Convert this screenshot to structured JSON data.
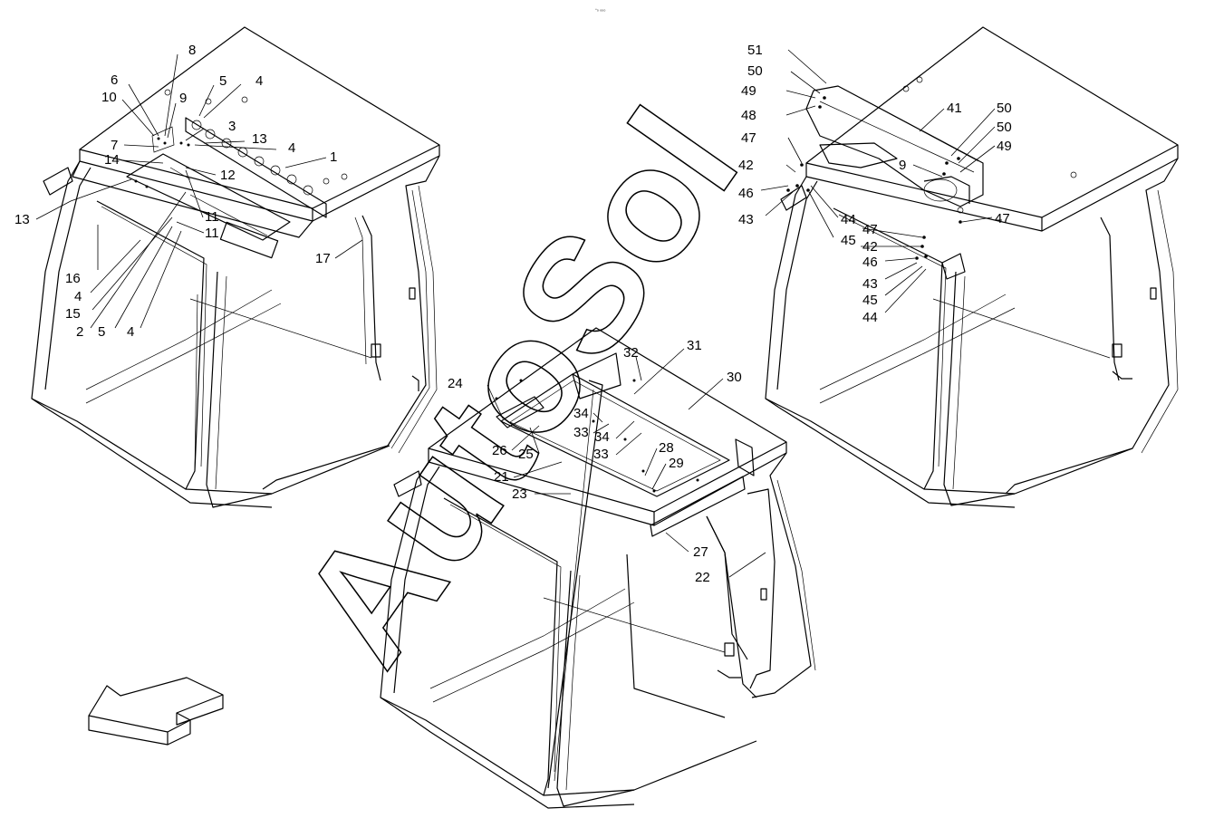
{
  "header": {
    "drawing_code": "▫₀ ₀₀₀"
  },
  "watermark": {
    "text": "AutoSol"
  },
  "views": {
    "left": {
      "callouts": [
        {
          "id": "l8",
          "text": "8"
        },
        {
          "id": "l6",
          "text": "6"
        },
        {
          "id": "l5a",
          "text": "5"
        },
        {
          "id": "l4a",
          "text": "4"
        },
        {
          "id": "l10",
          "text": "10"
        },
        {
          "id": "l9",
          "text": "9"
        },
        {
          "id": "l3",
          "text": "3"
        },
        {
          "id": "l13a",
          "text": "13"
        },
        {
          "id": "l7",
          "text": "7"
        },
        {
          "id": "l4b",
          "text": "4"
        },
        {
          "id": "l1",
          "text": "1"
        },
        {
          "id": "l14",
          "text": "14"
        },
        {
          "id": "l12",
          "text": "12"
        },
        {
          "id": "l13b",
          "text": "13"
        },
        {
          "id": "l11a",
          "text": "11"
        },
        {
          "id": "l11b",
          "text": "11"
        },
        {
          "id": "l17",
          "text": "17"
        },
        {
          "id": "l16",
          "text": "16"
        },
        {
          "id": "l4c",
          "text": "4"
        },
        {
          "id": "l15",
          "text": "15"
        },
        {
          "id": "l2",
          "text": "2"
        },
        {
          "id": "l5b",
          "text": "5"
        },
        {
          "id": "l4d",
          "text": "4"
        }
      ]
    },
    "center": {
      "callouts": [
        {
          "id": "c32",
          "text": "32"
        },
        {
          "id": "c31",
          "text": "31"
        },
        {
          "id": "c30",
          "text": "30"
        },
        {
          "id": "c24",
          "text": "24"
        },
        {
          "id": "c34a",
          "text": "34"
        },
        {
          "id": "c33a",
          "text": "33"
        },
        {
          "id": "c34b",
          "text": "34"
        },
        {
          "id": "c26",
          "text": "26"
        },
        {
          "id": "c25",
          "text": "25"
        },
        {
          "id": "c33b",
          "text": "33"
        },
        {
          "id": "c28",
          "text": "28"
        },
        {
          "id": "c21",
          "text": "21"
        },
        {
          "id": "c29",
          "text": "29"
        },
        {
          "id": "c23",
          "text": "23"
        },
        {
          "id": "c27",
          "text": "27"
        },
        {
          "id": "c22",
          "text": "22"
        }
      ]
    },
    "right": {
      "callouts": [
        {
          "id": "r51",
          "text": "51"
        },
        {
          "id": "r50a",
          "text": "50"
        },
        {
          "id": "r49a",
          "text": "49"
        },
        {
          "id": "r41",
          "text": "41"
        },
        {
          "id": "r50b",
          "text": "50"
        },
        {
          "id": "r48",
          "text": "48"
        },
        {
          "id": "r50c",
          "text": "50"
        },
        {
          "id": "r47a",
          "text": "47"
        },
        {
          "id": "r49b",
          "text": "49"
        },
        {
          "id": "r42a",
          "text": "42"
        },
        {
          "id": "r9",
          "text": "9"
        },
        {
          "id": "r46a",
          "text": "46"
        },
        {
          "id": "r44a",
          "text": "44"
        },
        {
          "id": "r43a",
          "text": "43"
        },
        {
          "id": "r47b",
          "text": "47"
        },
        {
          "id": "r47c",
          "text": "47"
        },
        {
          "id": "r45a",
          "text": "45"
        },
        {
          "id": "r42b",
          "text": "42"
        },
        {
          "id": "r46b",
          "text": "46"
        },
        {
          "id": "r43b",
          "text": "43"
        },
        {
          "id": "r45b",
          "text": "45"
        },
        {
          "id": "r44b",
          "text": "44"
        }
      ]
    }
  },
  "direction_arrow": {
    "icon": "front-direction-arrow-icon"
  }
}
